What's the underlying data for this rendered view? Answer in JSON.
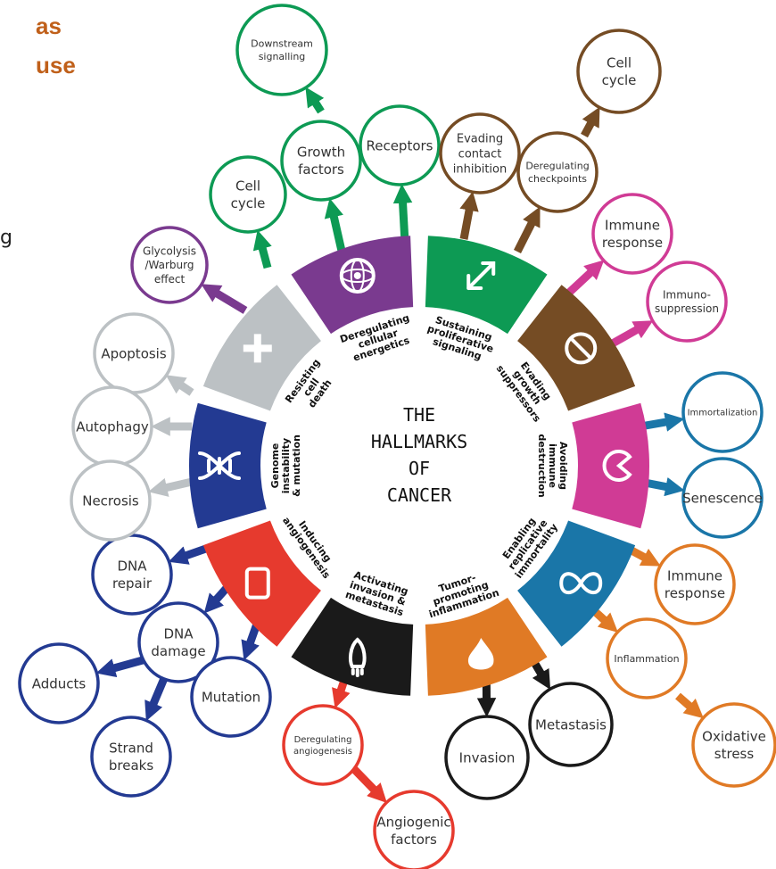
{
  "corner": {
    "line1": "as",
    "line2": "use",
    "line3": "g"
  },
  "center": {
    "line1": "THE",
    "line2": "HALLMARKS",
    "line3": "OF",
    "line4": "CANCER"
  },
  "colors": {
    "green": "#0d9a54",
    "brown": "#754c24",
    "magenta": "#d03b95",
    "blue": "#1a76a8",
    "orange": "#e07a25",
    "black": "#1a1a1a",
    "red": "#e63a2e",
    "navy": "#233a92",
    "grey": "#bcc1c4",
    "purple": "#7a3a8f"
  },
  "segments": [
    {
      "id": "sustaining",
      "label": [
        "Sustaining",
        "proliferative",
        "signaling"
      ],
      "color": "green",
      "icon": "arrow-icon"
    },
    {
      "id": "evading",
      "label": [
        "Evading",
        "growth",
        "suppressors"
      ],
      "color": "brown",
      "icon": "no-entry-icon"
    },
    {
      "id": "immune",
      "label": [
        "Avoiding",
        "immune",
        "destruction"
      ],
      "color": "magenta",
      "icon": "pacman-icon"
    },
    {
      "id": "replicative",
      "label": [
        "Enabling",
        "replicative",
        "immortality"
      ],
      "color": "blue",
      "icon": "infinity-icon"
    },
    {
      "id": "inflammation",
      "label": [
        "Tumor-",
        "promoting",
        "inflammation"
      ],
      "color": "orange",
      "icon": "flame-icon"
    },
    {
      "id": "invasion",
      "label": [
        "Activating",
        "invasion &",
        "metastasis"
      ],
      "color": "black",
      "icon": "rocket-icon"
    },
    {
      "id": "angiogenesis",
      "label": [
        "Inducing",
        "angiogenesis"
      ],
      "color": "red",
      "icon": "vessel-icon"
    },
    {
      "id": "genome",
      "label": [
        "Genome",
        "instability",
        "& mutation"
      ],
      "color": "navy",
      "icon": "dna-icon"
    },
    {
      "id": "death",
      "label": [
        "Resisting",
        "cell",
        "death"
      ],
      "color": "grey",
      "icon": "cross-icon"
    },
    {
      "id": "energetics",
      "label": [
        "Deregulating",
        "cellular",
        "energetics"
      ],
      "color": "purple",
      "icon": "atom-icon"
    }
  ],
  "nodes": [
    {
      "id": "downstream",
      "label": [
        "Downstream",
        "signalling"
      ],
      "color": "green"
    },
    {
      "id": "growth-factors",
      "label": [
        "Growth",
        "factors"
      ],
      "color": "green"
    },
    {
      "id": "receptors",
      "label": [
        "Receptors"
      ],
      "color": "green"
    },
    {
      "id": "cell-cycle-green",
      "label": [
        "Cell",
        "cycle"
      ],
      "color": "green"
    },
    {
      "id": "contact",
      "label": [
        "Evading",
        "contact",
        "inhibition"
      ],
      "color": "brown"
    },
    {
      "id": "checkpoints",
      "label": [
        "Deregulating",
        "checkpoints"
      ],
      "color": "brown"
    },
    {
      "id": "cell-cycle-brown",
      "label": [
        "Cell",
        "cycle"
      ],
      "color": "brown"
    },
    {
      "id": "immune-response-1",
      "label": [
        "Immune",
        "response"
      ],
      "color": "magenta"
    },
    {
      "id": "immunosuppression",
      "label": [
        "Immuno-",
        "suppression"
      ],
      "color": "magenta"
    },
    {
      "id": "immortalization",
      "label": [
        "Immortalization"
      ],
      "color": "blue"
    },
    {
      "id": "senescence",
      "label": [
        "Senescence"
      ],
      "color": "blue"
    },
    {
      "id": "immune-response-2",
      "label": [
        "Immune",
        "response"
      ],
      "color": "orange"
    },
    {
      "id": "inflammation-node",
      "label": [
        "Inflammation"
      ],
      "color": "orange"
    },
    {
      "id": "oxidative",
      "label": [
        "Oxidative",
        "stress"
      ],
      "color": "orange"
    },
    {
      "id": "metastasis",
      "label": [
        "Metastasis"
      ],
      "color": "black"
    },
    {
      "id": "invasion-node",
      "label": [
        "Invasion"
      ],
      "color": "black"
    },
    {
      "id": "dereg-angio",
      "label": [
        "Deregulating",
        "angiogenesis"
      ],
      "color": "red"
    },
    {
      "id": "angiogenic",
      "label": [
        "Angiogenic",
        "factors"
      ],
      "color": "red"
    },
    {
      "id": "dna-repair",
      "label": [
        "DNA",
        "repair"
      ],
      "color": "navy"
    },
    {
      "id": "dna-damage",
      "label": [
        "DNA",
        "damage"
      ],
      "color": "navy"
    },
    {
      "id": "adducts",
      "label": [
        "Adducts"
      ],
      "color": "navy"
    },
    {
      "id": "strand",
      "label": [
        "Strand",
        "breaks"
      ],
      "color": "navy"
    },
    {
      "id": "mutation",
      "label": [
        "Mutation"
      ],
      "color": "navy"
    },
    {
      "id": "apoptosis",
      "label": [
        "Apoptosis"
      ],
      "color": "grey"
    },
    {
      "id": "autophagy",
      "label": [
        "Autophagy"
      ],
      "color": "grey"
    },
    {
      "id": "necrosis",
      "label": [
        "Necrosis"
      ],
      "color": "grey"
    },
    {
      "id": "glycolysis",
      "label": [
        "Glycolysis",
        "/Warburg",
        "effect"
      ],
      "color": "purple"
    }
  ]
}
